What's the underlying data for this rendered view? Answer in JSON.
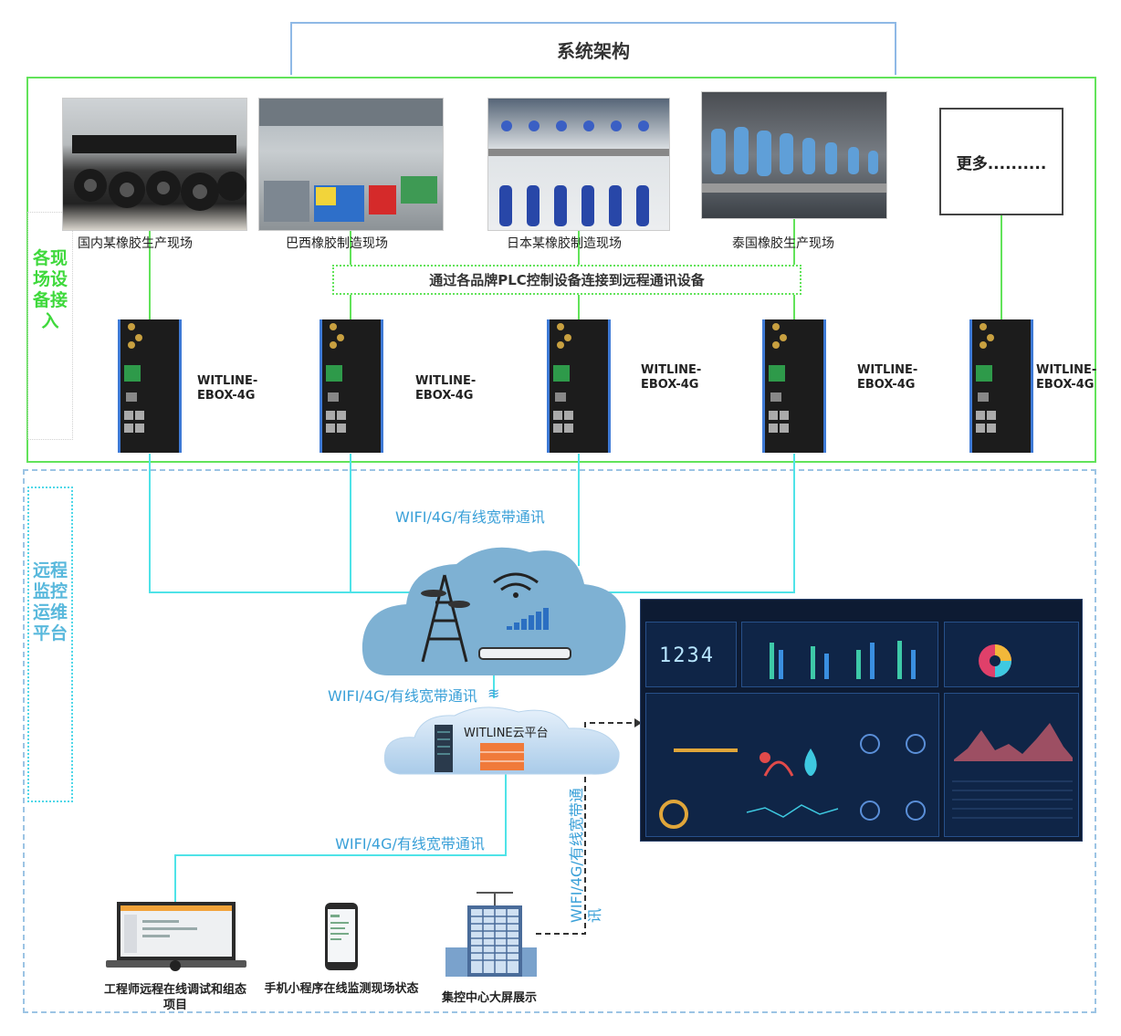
{
  "title": "系统架构",
  "section_labels": {
    "field_access": "各现场设备接入",
    "remote_platform": "远程监控运维平台"
  },
  "sites": [
    {
      "label": "国内某橡胶生产现场"
    },
    {
      "label": "巴西橡胶制造现场"
    },
    {
      "label": "日本某橡胶制造现场"
    },
    {
      "label": "泰国橡胶生产现场"
    }
  ],
  "more_label": "更多..........",
  "plc_label": "通过各品牌PLC控制设备连接到远程通讯设备",
  "devices": [
    {
      "line1": "WITLINE-",
      "line2": "EBOX-4G"
    },
    {
      "line1": "WITLINE-",
      "line2": "EBOX-4G"
    },
    {
      "line1": "WITLINE-",
      "line2": "EBOX-4G"
    },
    {
      "line1": "WITLINE-",
      "line2": "EBOX-4G"
    },
    {
      "line1": "WITLINE-",
      "line2": "EBOX-4G"
    }
  ],
  "comm": {
    "top": "WIFI/4G/有线宽带通讯",
    "mid": "WIFI/4G/有线宽带通讯",
    "lower": "WIFI/4G/有线宽带通讯",
    "vertical": "WIFI/4G/有线宽带通讯"
  },
  "cloud_label": "WITLINE云平台",
  "dashboard": {
    "counter": "1234"
  },
  "bottom": {
    "engineer": "工程师远程在线调试和组态项目",
    "mobile": "手机小程序在线监测现场状态",
    "center": "集控中心大屏展示"
  },
  "colors": {
    "green": "#62e35a",
    "blue_dash": "#9cc4e4",
    "cyan_line": "#4fe3e8",
    "comm_text": "#3aa0d8",
    "dashboard_bg": "#0d1b33"
  }
}
